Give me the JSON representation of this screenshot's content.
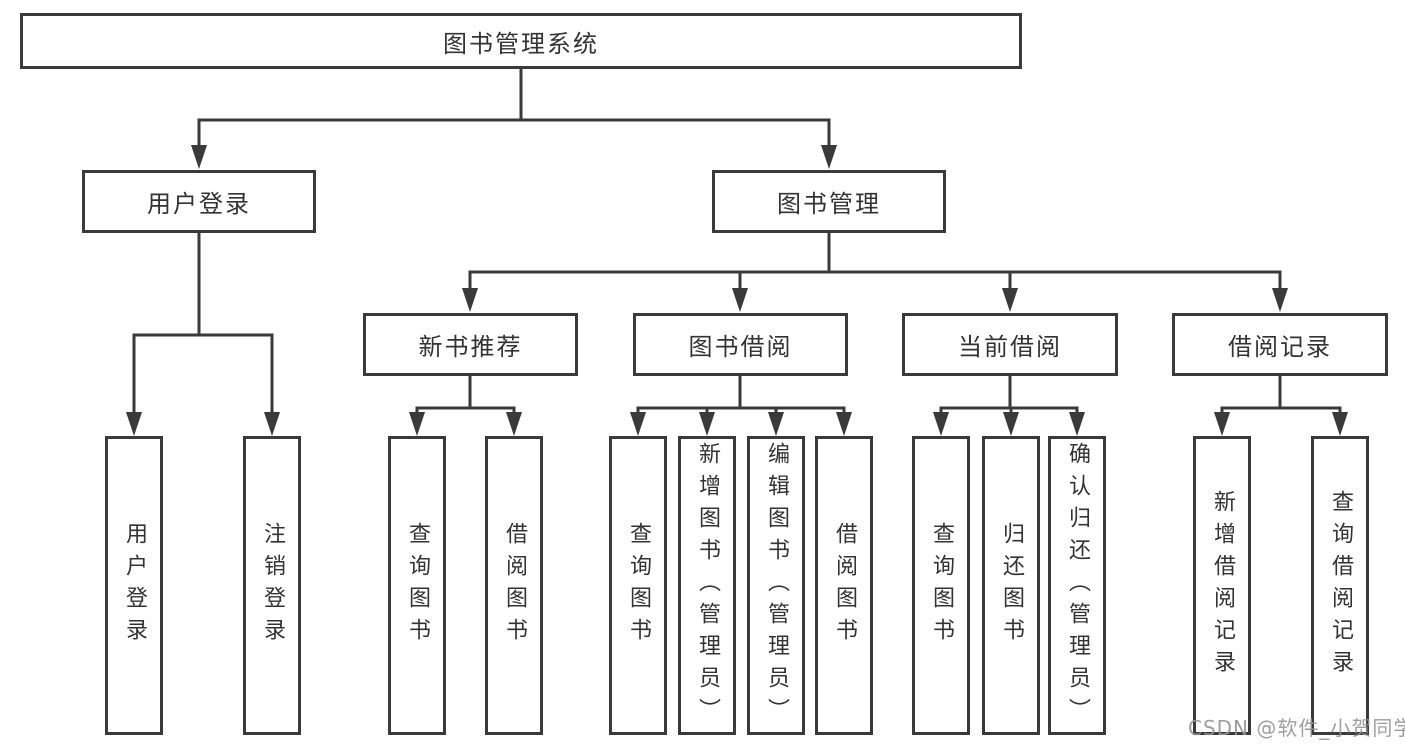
{
  "colors": {
    "line": "#3a3a3a",
    "text": "#333333",
    "box_background": "#ffffff",
    "watermark": "#949494"
  },
  "watermark": "CSDN @软件_小贺同学",
  "tree": {
    "label": "图书管理系统",
    "children": [
      {
        "label": "用户登录",
        "children": [
          {
            "label": "用户登录"
          },
          {
            "label": "注销登录"
          }
        ]
      },
      {
        "label": "图书管理",
        "children": [
          {
            "label": "新书推荐",
            "children": [
              {
                "label": "查询图书"
              },
              {
                "label": "借阅图书"
              }
            ]
          },
          {
            "label": "图书借阅",
            "children": [
              {
                "label": "查询图书"
              },
              {
                "label": "新增图书（管理员）"
              },
              {
                "label": "编辑图书（管理员）"
              },
              {
                "label": "借阅图书"
              }
            ]
          },
          {
            "label": "当前借阅",
            "children": [
              {
                "label": "查询图书"
              },
              {
                "label": "归还图书"
              },
              {
                "label": "确认归还（管理员）"
              }
            ]
          },
          {
            "label": "借阅记录",
            "children": [
              {
                "label": "新增借阅记录"
              },
              {
                "label": "查询借阅记录"
              }
            ]
          }
        ]
      }
    ]
  }
}
